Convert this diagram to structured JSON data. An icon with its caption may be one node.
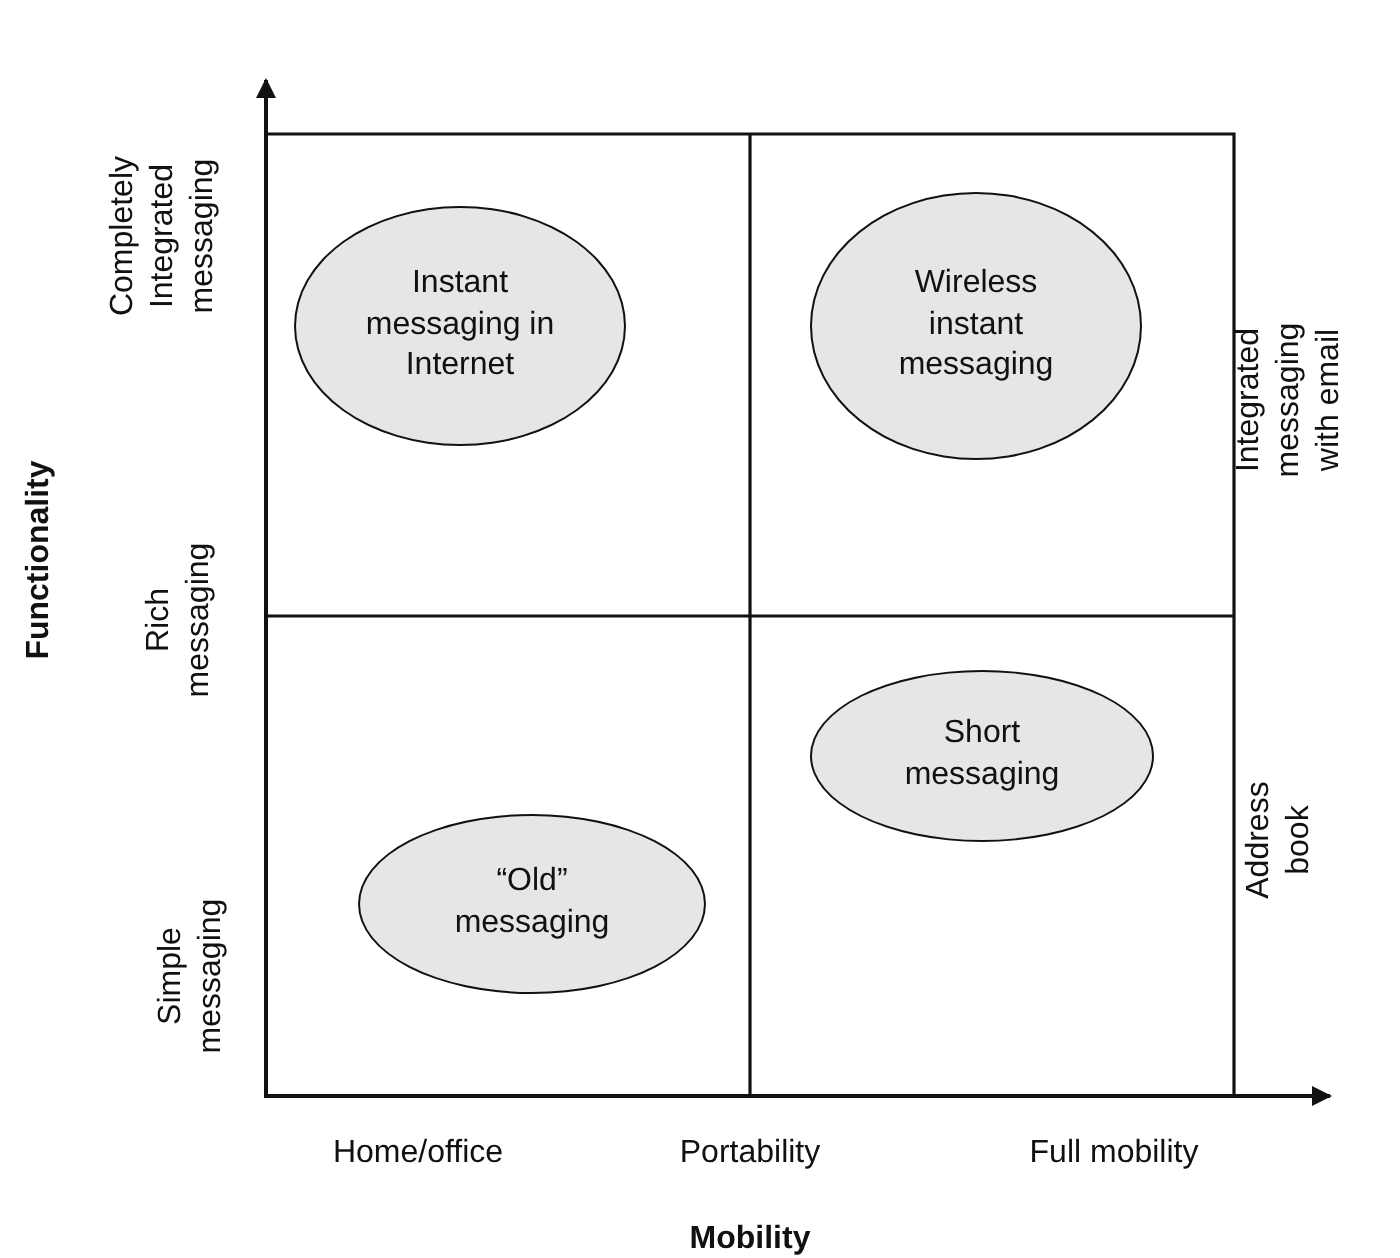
{
  "diagram": {
    "nodes": [
      {
        "text": [
          "Instant messaging in Internet"
        ]
      },
      {
        "text": [
          "Wireless instant messaging"
        ]
      },
      {
        "text": [
          "Short messaging"
        ]
      },
      {
        "text": [
          "“Old” messaging"
        ]
      }
    ],
    "labels": [
      "Completely Integrated messaging",
      "Integrated messaging with email",
      "Functionality",
      "Rich messaging",
      "Address book",
      "Simple messaging",
      "Home/office",
      "Portability",
      "Full mobility",
      "Mobility"
    ]
  }
}
